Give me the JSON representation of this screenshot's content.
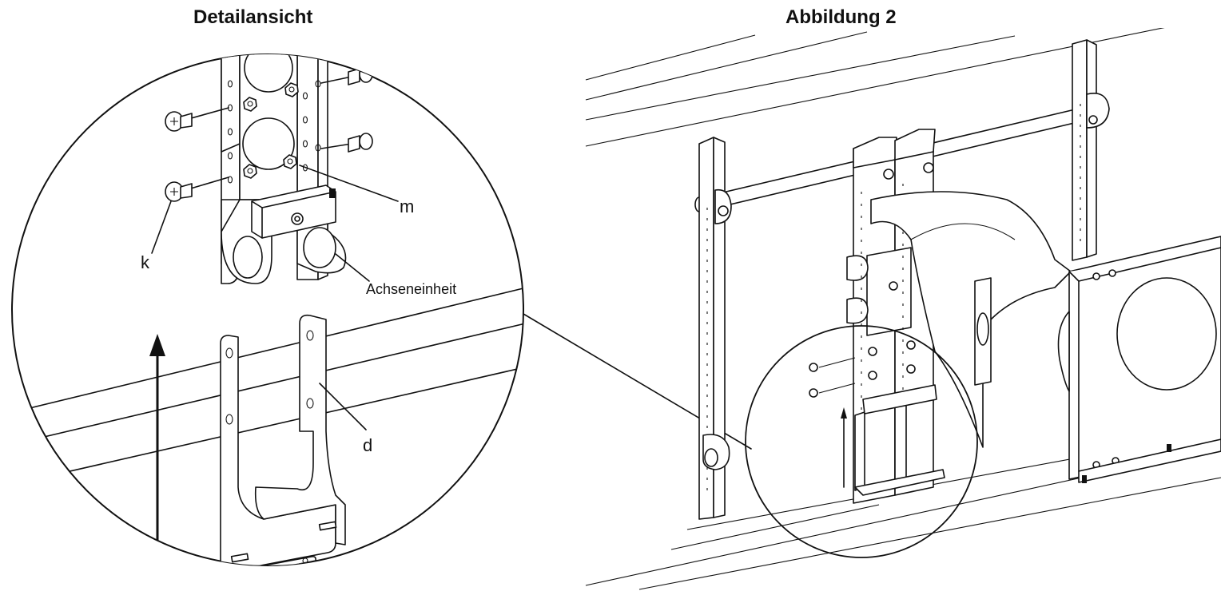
{
  "figure": {
    "detail_title": "Detailansicht",
    "main_title": "Abbildung 2"
  },
  "labels": {
    "k": "k",
    "m": "m",
    "d": "d",
    "axle_unit": "Achseneinheit"
  }
}
